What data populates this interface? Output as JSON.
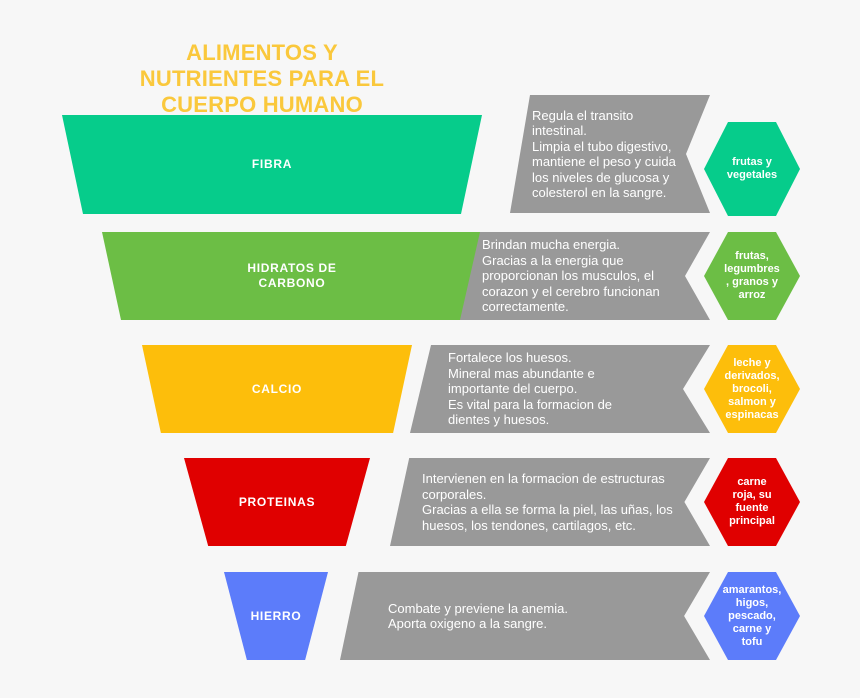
{
  "title": "ALIMENTOS Y\nNUTRIENTES PARA EL\nCUERPO HUMANO",
  "colors": {
    "background": "#f7f7f7",
    "title": "#fac83c",
    "band_gray": "#999999",
    "text_white": "#ffffff"
  },
  "rows": [
    {
      "nutrient": "FIBRA",
      "color": "#06cc8b",
      "description": "Regula el transito\nintestinal.\nLimpia el tubo digestivo,\nmantiene el peso y cuida\nlos niveles de glucosa y\ncolesterol en la sangre.",
      "sources": "frutas y\nvegetales"
    },
    {
      "nutrient": "HIDRATOS DE\nCARBONO",
      "color": "#6cbe45",
      "description": "Brindan mucha energia.\nGracias a la energia que\nproporcionan los musculos, el\ncorazon y el cerebro funcionan\ncorrectamente.",
      "sources": "frutas,\nlegumbres\n, granos y\narroz"
    },
    {
      "nutrient": "CALCIO",
      "color": "#fdbe0b",
      "description": "Fortalece los huesos.\nMineral mas abundante e\nimportante del cuerpo.\nEs vital para la formacion de\ndientes y huesos.",
      "sources": "leche y\nderivados,\nbrocoli,\nsalmon y\nespinacas"
    },
    {
      "nutrient": "PROTEINAS",
      "color": "#e00000",
      "description": "Intervienen en la formacion de estructuras\ncorporales.\nGracias a ella se forma la piel, las uñas, los\nhuesos, los tendones, cartilagos, etc.",
      "sources": "carne\nroja, su\nfuente\nprincipal"
    },
    {
      "nutrient": "HIERRO",
      "color": "#5c7cfa",
      "description": "Combate y previene la anemia.\nAporta oxigeno a la sangre.",
      "sources": "amarantos,\nhigos,\npescado,\ncarne y\ntofu"
    }
  ]
}
